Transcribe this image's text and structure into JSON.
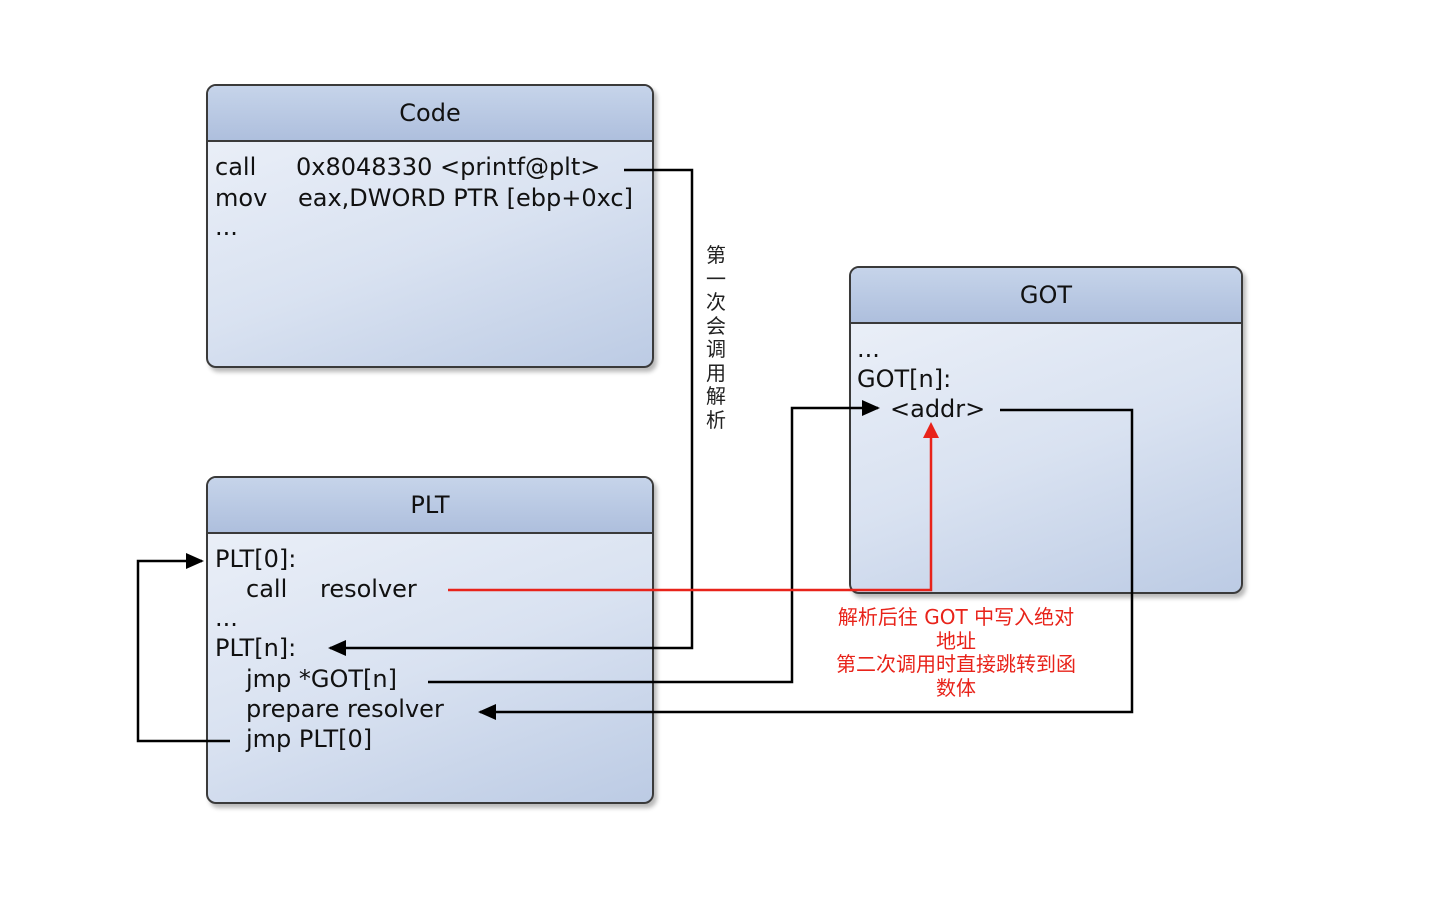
{
  "code_box": {
    "title": "Code",
    "lines": [
      {
        "op": "call",
        "arg": "0x8048330 <printf@plt>"
      },
      {
        "op": "mov",
        "arg": "eax,DWORD PTR [ebp+0xc]"
      },
      {
        "op": "...",
        "arg": ""
      }
    ]
  },
  "plt_box": {
    "title": "PLT",
    "line0": "PLT[0]:",
    "line1_op": "call",
    "line1_arg": "resolver",
    "line2": "...",
    "line3": "PLT[n]:",
    "line4": "jmp *GOT[n]",
    "line5": "prepare resolver",
    "line6": "jmp PLT[0]"
  },
  "got_box": {
    "title": "GOT",
    "line0": "...",
    "line1": "GOT[n]:",
    "line2": "<addr>"
  },
  "labels": {
    "first_call": [
      "第",
      "一",
      "次",
      "会",
      "调",
      "用",
      "解",
      "析"
    ],
    "note": [
      "解析后往 GOT 中写入绝对",
      "地址",
      "第二次调用时直接跳转到函",
      "数体"
    ]
  },
  "colors": {
    "arrow": "#000000",
    "highlight": "#e8231a",
    "box_header": "#b4c4df"
  }
}
